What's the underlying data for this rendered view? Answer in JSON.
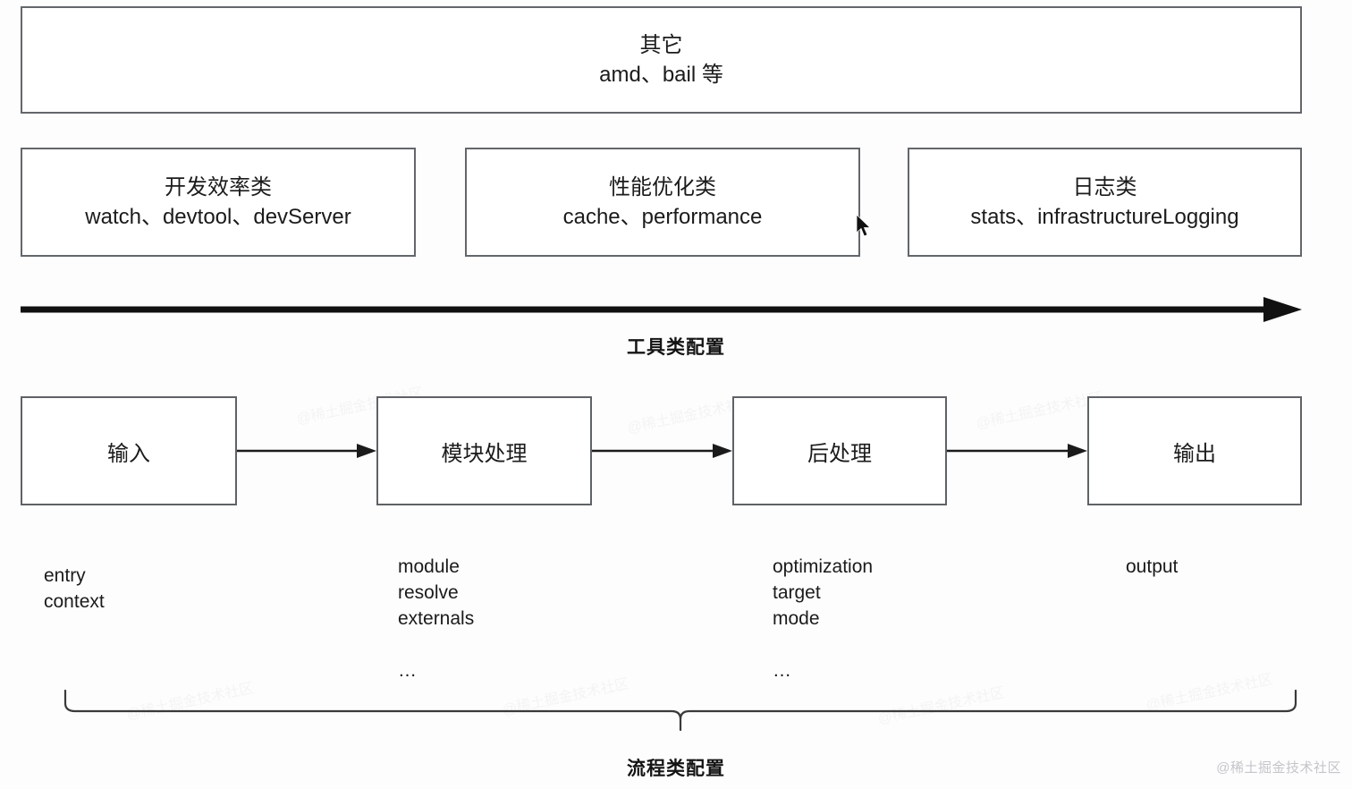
{
  "diagram": {
    "title_other": {
      "line1": "其它",
      "line2": "amd、bail 等"
    },
    "categories": [
      {
        "name": "dev-efficiency",
        "line1": "开发效率类",
        "line2": "watch、devtool、devServer"
      },
      {
        "name": "performance",
        "line1": "性能优化类",
        "line2": "cache、performance"
      },
      {
        "name": "logging",
        "line1": "日志类",
        "line2": "stats、infrastructureLogging"
      }
    ],
    "tool_arrow_label": "工具类配置",
    "flow_boxes": [
      {
        "name": "input",
        "label": "输入"
      },
      {
        "name": "module",
        "label": "模块处理"
      },
      {
        "name": "post",
        "label": "后处理"
      },
      {
        "name": "output",
        "label": "输出"
      }
    ],
    "option_lists": {
      "input": "entry\ncontext",
      "module": "module\nresolve\nexternals\n\n…",
      "post": "optimization\ntarget\nmode\n\n…",
      "output": "output"
    },
    "flow_brace_label": "流程类配置",
    "watermark": "@稀土掘金技术社区",
    "colors": {
      "box_border": "#63666a",
      "flow_border": "#5f6266",
      "text": "#1b1b1b",
      "arrow": "#111111",
      "brace": "#3a3a3a",
      "watermark": "#b9bcc0",
      "background": "#fdfdfd"
    }
  }
}
